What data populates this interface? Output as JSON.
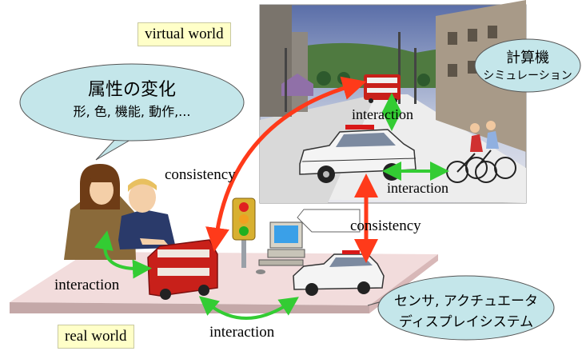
{
  "labels": {
    "virtual_world": "virtual world",
    "real_world": "real world",
    "consistency_left": "consistency",
    "consistency_right": "consistency",
    "interaction_virtual_top": "interaction",
    "interaction_virtual_right": "interaction",
    "interaction_real_left": "interaction",
    "interaction_real_bottom": "interaction"
  },
  "bubbles": {
    "attribute_title": "属性の変化",
    "attribute_items": "形, 色, 機能, 動作,...",
    "simulation_line1": "計算機",
    "simulation_line2": "シミュレーション",
    "sensor_line1": "センサ, アクチュエータ",
    "sensor_line2": "ディスプレイシステム"
  },
  "colors": {
    "consistency_arrow": "#ff3a1a",
    "interaction_arrow": "#33cc33",
    "bubble_fill": "#c4e6ea",
    "tag_fill": "#ffffc8",
    "table_top": "#f2dcdc"
  }
}
